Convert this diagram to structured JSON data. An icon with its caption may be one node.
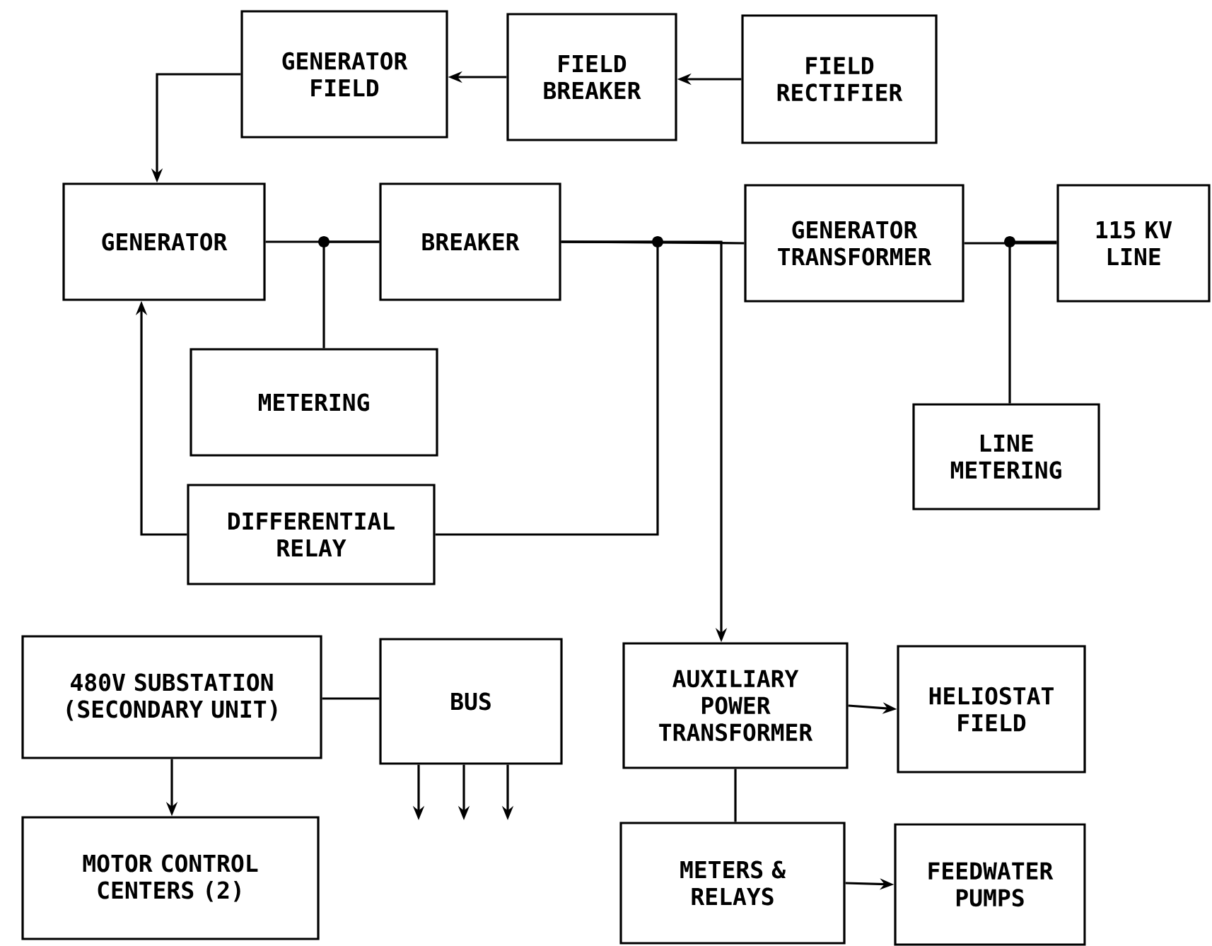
{
  "diagram": {
    "nodes": [
      {
        "text": [
          "GENERATOR FIELD"
        ]
      },
      {
        "text": [
          "FIELD BREAKER"
        ]
      },
      {
        "text": [
          "FIELD RECTIFIER"
        ]
      },
      {
        "text": [
          "GENERATOR"
        ]
      },
      {
        "text": [
          "BREAKER"
        ]
      },
      {
        "text": [
          "GENERATOR TRANSFORMER"
        ]
      },
      {
        "text": [
          "115 KV LINE"
        ]
      },
      {
        "text": [
          "METERING"
        ]
      },
      {
        "text": [
          "LINE METERING"
        ]
      },
      {
        "text": [
          "DIFFERENTIAL RELAY"
        ]
      },
      {
        "text": [
          "480V SUBSTATION (SECONDARY UNIT)"
        ]
      },
      {
        "text": [
          "BUS"
        ]
      },
      {
        "text": [
          "AUXILIARY POWER TRANSFORMER"
        ]
      },
      {
        "text": [
          "HELIOSTAT FIELD"
        ]
      },
      {
        "text": [
          "MOTOR CONTROL CENTERS (2)"
        ]
      },
      {
        "text": [
          "METERS & RELAYS"
        ]
      },
      {
        "text": [
          "FEEDWATER PUMPS"
        ]
      }
    ],
    "edges": [
      {
        "from": 1,
        "to": 0,
        "arrow": "to"
      },
      {
        "from": 2,
        "to": 1,
        "arrow": "to"
      },
      {
        "from": 0,
        "to": 3,
        "arrow": "to"
      },
      {
        "from": 3,
        "to": 4,
        "arrow": "none"
      },
      {
        "from": 7,
        "to": 4,
        "arrow": "none"
      },
      {
        "from": 4,
        "to": 5,
        "arrow": "none"
      },
      {
        "from": 9,
        "to": 3,
        "arrow": "to"
      },
      {
        "from": 9,
        "to": 4,
        "arrow": "none"
      },
      {
        "from": 4,
        "to": 12,
        "arrow": "to"
      },
      {
        "from": 5,
        "to": 6,
        "arrow": "none"
      },
      {
        "from": 8,
        "to": 6,
        "arrow": "none"
      },
      {
        "from": 10,
        "to": 11,
        "arrow": "none"
      },
      {
        "from": 10,
        "to": 14,
        "arrow": "to"
      },
      {
        "from": 11,
        "to": null,
        "arrow": "to"
      },
      {
        "from": 11,
        "to": null,
        "arrow": "to"
      },
      {
        "from": 11,
        "to": null,
        "arrow": "to"
      },
      {
        "from": 12,
        "to": 13,
        "arrow": "to"
      },
      {
        "from": 12,
        "to": 15,
        "arrow": "none"
      },
      {
        "from": 15,
        "to": 16,
        "arrow": "to"
      }
    ]
  }
}
